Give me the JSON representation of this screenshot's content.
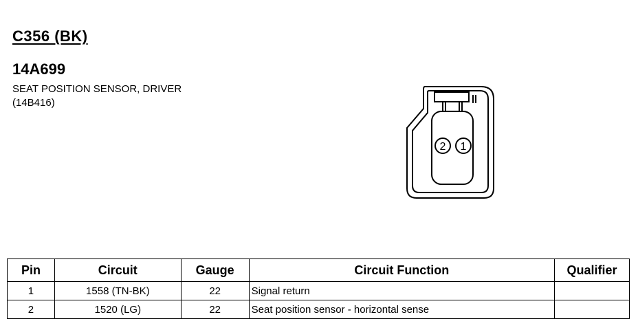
{
  "header": {
    "connector": "C356 (BK)",
    "part_number": "14A699",
    "description": "SEAT POSITION SENSOR, DRIVER",
    "sub_part": "(14B416)"
  },
  "diagram": {
    "pin_labels": [
      "2",
      "1"
    ]
  },
  "table": {
    "headers": [
      "Pin",
      "Circuit",
      "Gauge",
      "Circuit Function",
      "Qualifier"
    ],
    "rows": [
      {
        "pin": "1",
        "circuit": "1558 (TN-BK)",
        "gauge": "22",
        "function": "Signal return",
        "qualifier": ""
      },
      {
        "pin": "2",
        "circuit": "1520 (LG)",
        "gauge": "22",
        "function": "Seat position sensor - horizontal sense",
        "qualifier": ""
      }
    ]
  }
}
